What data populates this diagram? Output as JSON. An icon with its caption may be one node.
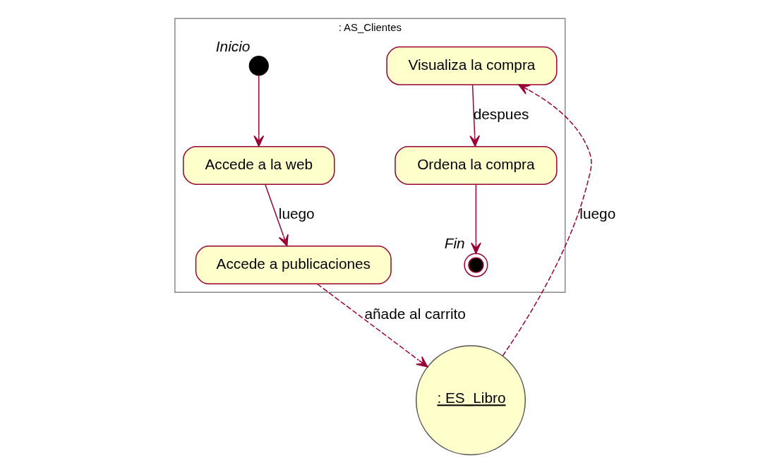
{
  "diagram": {
    "nodes": [
      {
        "text": [
          ": AS_Clientes"
        ]
      },
      {
        "text": [],
        "shape": "circle",
        "beside": [
          "Inicio"
        ],
        "in": 0
      },
      {
        "text": [
          "Accede a la web"
        ],
        "in": 0
      },
      {
        "text": [
          "Accede a publicaciones"
        ],
        "in": 0
      },
      {
        "text": [
          ": ES_Libro"
        ]
      },
      {
        "text": [
          "Visualiza la compra"
        ],
        "in": 0
      },
      {
        "text": [
          "Ordena la compra"
        ],
        "in": 0
      },
      {
        "text": [],
        "shape": "circle",
        "beside": [
          "Fin"
        ],
        "in": 0
      }
    ],
    "edges": [
      {
        "from": 1,
        "to": 2,
        "arrow": "to"
      },
      {
        "from": 2,
        "to": 3,
        "arrow": "to",
        "label": "luego"
      },
      {
        "from": 3,
        "to": 4,
        "arrow": "to",
        "label": "añade al carrito",
        "style": "dashed"
      },
      {
        "from": 4,
        "to": 5,
        "arrow": "to",
        "label": "luego",
        "style": "dashed"
      },
      {
        "from": 5,
        "to": 6,
        "arrow": "to",
        "label": "despues"
      },
      {
        "from": 6,
        "to": 7,
        "arrow": "to"
      }
    ]
  }
}
